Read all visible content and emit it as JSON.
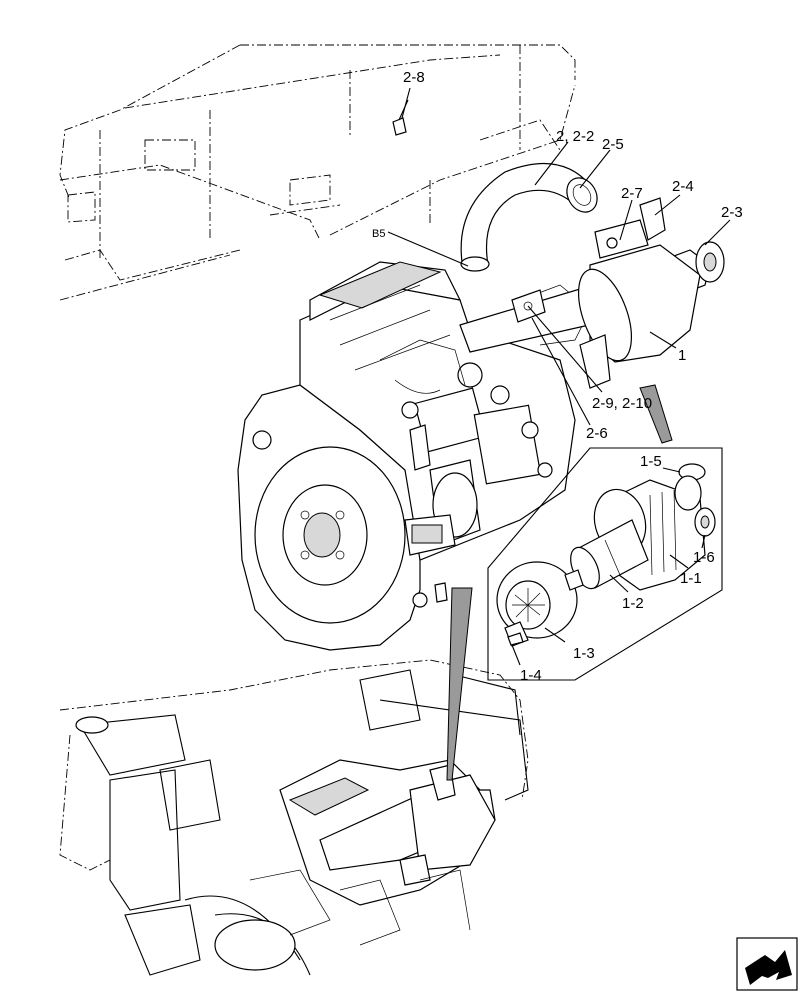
{
  "callouts": {
    "c_2_8": "2-8",
    "c_2_22": "2, 2-2",
    "c_2_5": "2-5",
    "c_2_7": "2-7",
    "c_2_4": "2-4",
    "c_2_3": "2-3",
    "c_b5": "B5",
    "c_1": "1",
    "c_2_9": "2-9, 2-10",
    "c_2_6": "2-6",
    "c_1_5": "1-5",
    "c_1_6": "1-6",
    "c_1_1": "1-1",
    "c_1_2": "1-2",
    "c_1_3": "1-3",
    "c_1_4": "1-4"
  },
  "nav": {
    "icon": "next-page-arrow-icon"
  }
}
